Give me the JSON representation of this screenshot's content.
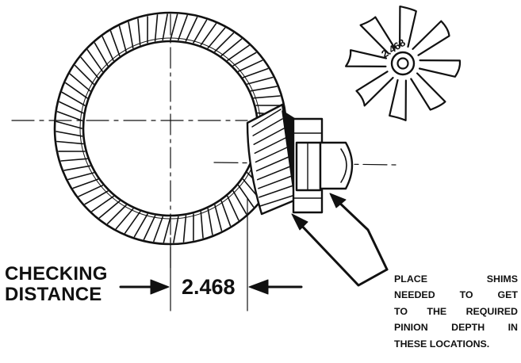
{
  "checking_label": [
    "CHECKING",
    "DISTANCE"
  ],
  "dimension_value": "2.468",
  "pinion_marking": "2.468",
  "note_lines": [
    "PLACE SHIMS",
    "NEEDED TO GET",
    "TO THE REQUIRED",
    "PINION DEPTH IN",
    "THESE LOCATIONS."
  ],
  "colors": {
    "ink": "#111111",
    "paper": "#ffffff"
  }
}
